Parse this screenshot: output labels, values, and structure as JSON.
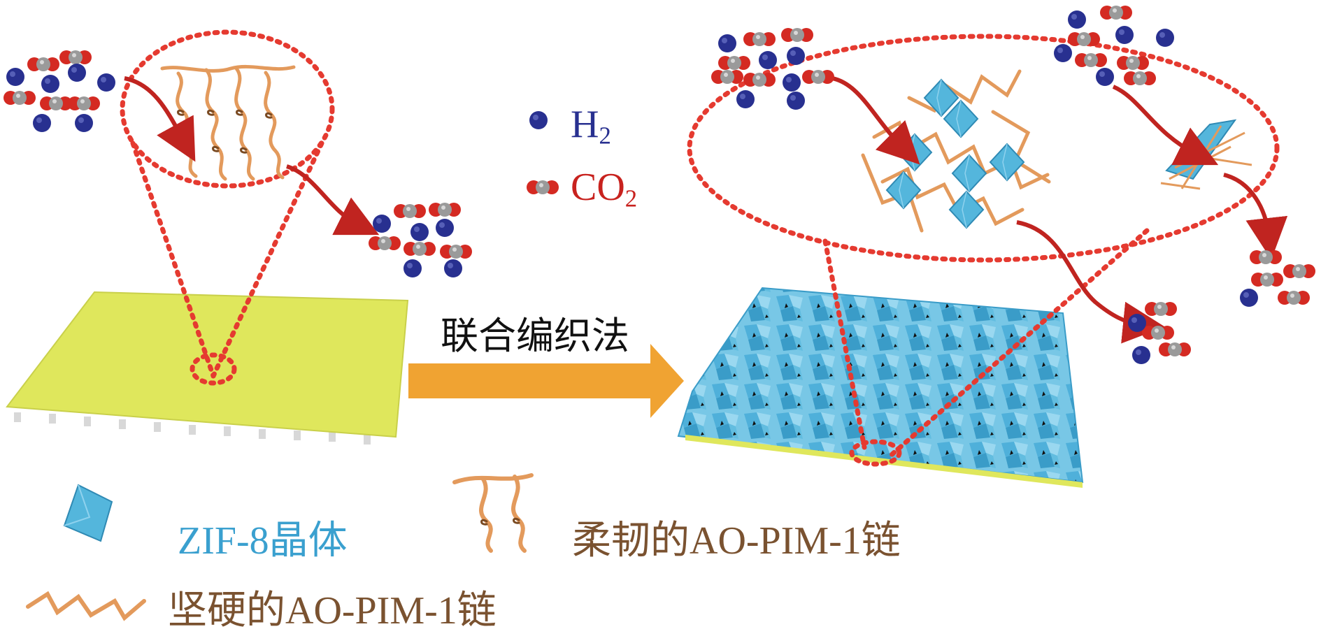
{
  "legend": {
    "h2_formula": "H",
    "h2_sub": "2",
    "co2_formula": "CO",
    "co2_sub": "2",
    "zif8": "ZIF-8晶体",
    "flexible_chain": "柔韧的AO-PIM-1链",
    "rigid_chain": "坚硬的AO-PIM-1链"
  },
  "process_label": "联合编织法",
  "colors": {
    "h2": "#283090",
    "co2_red": "#d42a22",
    "co2_grey": "#9a9a9a",
    "dotted_outline": "#e53a30",
    "flow_arrow": "#c02420",
    "process_arrow": "#f0a332",
    "substrate": "#dfe75c",
    "zif8": "#54b6dc",
    "polymer": "#e39a5c",
    "legend_zif_text": "#3aa0cf",
    "legend_chain_text": "#7a5230"
  }
}
